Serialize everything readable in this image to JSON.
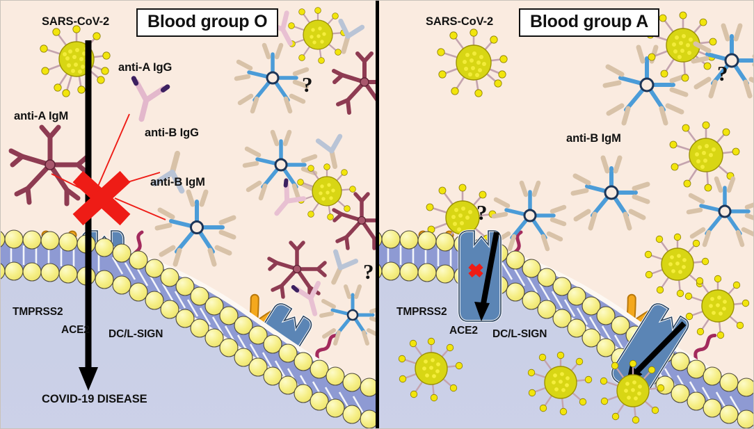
{
  "figure": {
    "type": "scientific-diagram",
    "subject": "SARS-CoV-2 cell entry and ABO blood group antibodies",
    "background_color": "#faebe0",
    "panel_count": 2
  },
  "panels": [
    {
      "id": "blood-group-o",
      "title": "Blood group O",
      "side": "left",
      "virus_label": "SARS-CoV-2",
      "antibody_labels": [
        {
          "key": "anti_a_igm",
          "text": "anti-A IgM",
          "color": "#8e3b52",
          "type": "IgM"
        },
        {
          "key": "anti_a_igg",
          "text": "anti-A IgG",
          "color": "#e3b8cc",
          "type": "IgG"
        },
        {
          "key": "anti_b_igg",
          "text": "anti-B IgG",
          "color": "#d8c2a8",
          "type": "IgG"
        },
        {
          "key": "anti_b_igm",
          "text": "anti-B IgM",
          "color": "#4b9cd8",
          "type": "IgM"
        }
      ],
      "receptor_labels": [
        "TMPRSS2",
        "ACE2",
        "DC/L-SIGN"
      ],
      "outcome_label": "COVID-19 DISEASE",
      "block_marker": "large-red-x",
      "block_meaning": "antibodies do not block entry",
      "entry_arrow": "full-length-black-arrow-to-covid-19-disease",
      "question_marks": 2
    },
    {
      "id": "blood-group-a",
      "title": "Blood group A",
      "side": "right",
      "virus_label": "SARS-CoV-2",
      "antibody_labels": [
        {
          "key": "anti_b_igm",
          "text": "anti-B IgM",
          "color": "#4b9cd8",
          "type": "IgM"
        }
      ],
      "receptor_labels": [
        "TMPRSS2",
        "ACE2",
        "DC/L-SIGN"
      ],
      "outcome_label": "",
      "block_marker": "small-red-x-on-ace2",
      "block_meaning": "ACE2 mediated entry partially blocked",
      "entry_arrow": "short-black-arrow-through-ace2",
      "question_marks": 2
    }
  ],
  "legend_terms": {
    "virus": "SARS-CoV-2",
    "receptor_ace2": "ACE2",
    "protease_tmprss2": "TMPRSS2",
    "lectin_dc_l_sign": "DC/L-SIGN",
    "outcome": "COVID-19 DISEASE",
    "question": "?"
  },
  "colors": {
    "background": "#faebe0",
    "cytoplasm": "#ccd1e8",
    "membrane_core": "#8e9ad3",
    "lipid_head": "#f7f08a",
    "ace2_blue": "#5b85b5",
    "tmprss2_orange": "#f4a81d",
    "dclsign_magenta": "#a32a5d",
    "virus_yellow": "#d8d614",
    "spike_mauve": "#c4a3ae",
    "red_x": "#ee1c16",
    "igm_a_maroon": "#8e3b52",
    "igg_a_pink": "#e8c0d2",
    "igg_b_tan": "#d9c3a4",
    "igm_b_blue": "#3f93d2",
    "text_black": "#111111"
  }
}
